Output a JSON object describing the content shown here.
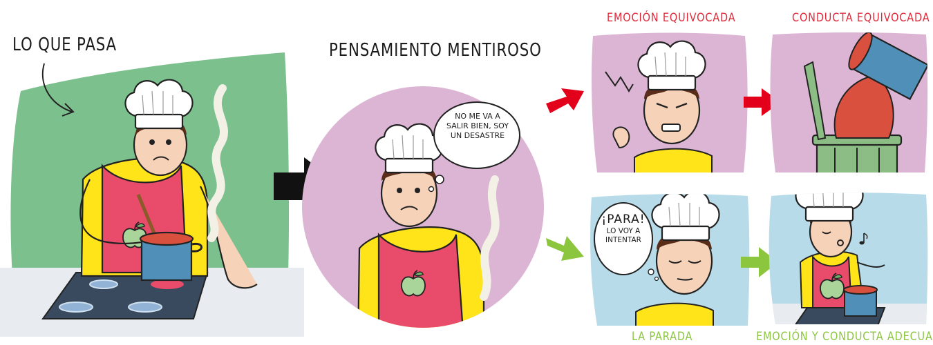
{
  "labels": {
    "lo_que_pasa": "LO QUE PASA",
    "pensamiento_mentiroso": "PENSAMIENTO MENTIROSO",
    "emocion_equivocada": "EMOCIÓN EQUIVOCADA",
    "conducta_equivocada": "CONDUCTA EQUIVOCADA",
    "la_parada": "LA PARADA",
    "emocion_conducta_adecuada": "EMOCIÓN Y CONDUCTA ADECUADA"
  },
  "bubbles": {
    "thought": [
      "NO ME VA A",
      "SALIR BIEN, SOY",
      "UN DESASTRE"
    ],
    "para_title": "¡PARA!",
    "para_lines": [
      "LO VOY A",
      "INTENTAR"
    ]
  },
  "colors": {
    "green_panel": "#7cc08e",
    "pink_panel": "#dbb5d3",
    "blue_panel": "#b7dbe8",
    "red_arrow": "#e3001b",
    "green_arrow": "#8cc63f",
    "black_arrow": "#111111",
    "apron": "#e94b6a",
    "shirt": "#ffe41a",
    "hair": "#5a2d1a",
    "pot": "#4f8fb8",
    "sauce": "#d9503f",
    "stove": "#3a4a5e"
  },
  "icons": [
    "chef-hat-icon",
    "apple-icon",
    "pot-icon",
    "steam-icon",
    "trash-can-icon",
    "music-note-icon"
  ]
}
